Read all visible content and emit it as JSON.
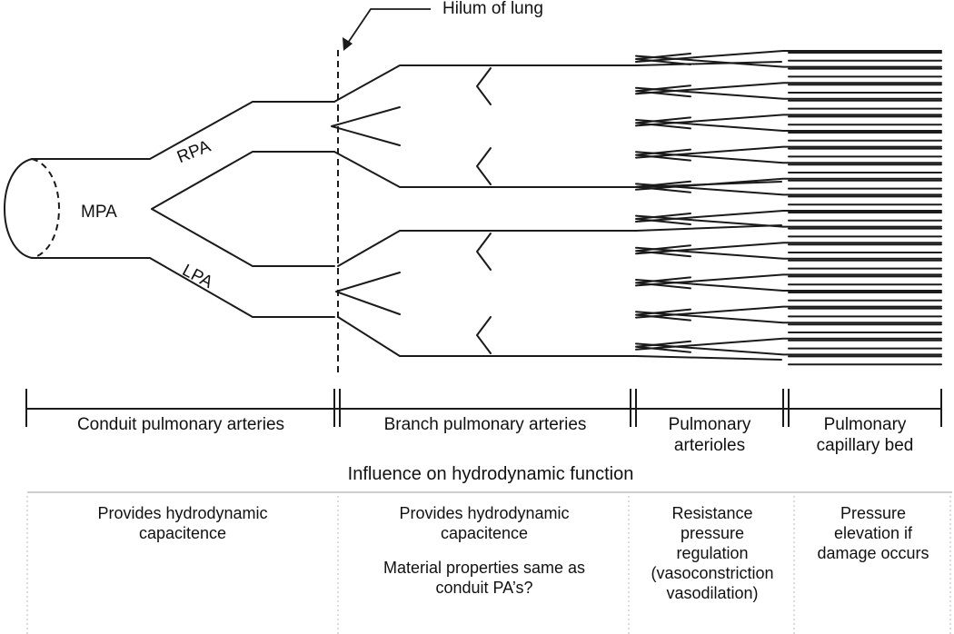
{
  "diagram": {
    "callout": "Hilum of lung",
    "vessels": {
      "main": "MPA",
      "right": "RPA",
      "left": "LPA"
    }
  },
  "segments": [
    "Conduit pulmonary arteries",
    "Branch pulmonary arteries",
    "Pulmonary\narterioles",
    "Pulmonary\ncapillary bed"
  ],
  "influence_heading": "Influence on hydrodynamic function",
  "functions": [
    [
      "Provides hydrodynamic\ncapacitence"
    ],
    [
      "Provides hydrodynamic\ncapacitence",
      "Material properties same as\nconduit PA’s?"
    ],
    [
      "Resistance\npressure\nregulation\n(vasoconstriction\nvasodilation)"
    ],
    [
      "Pressure\nelevation if\ndamage occurs"
    ]
  ],
  "colors": {
    "stroke": "#1a1a1a",
    "divider": "#bdbdbd",
    "text": "#111111"
  }
}
